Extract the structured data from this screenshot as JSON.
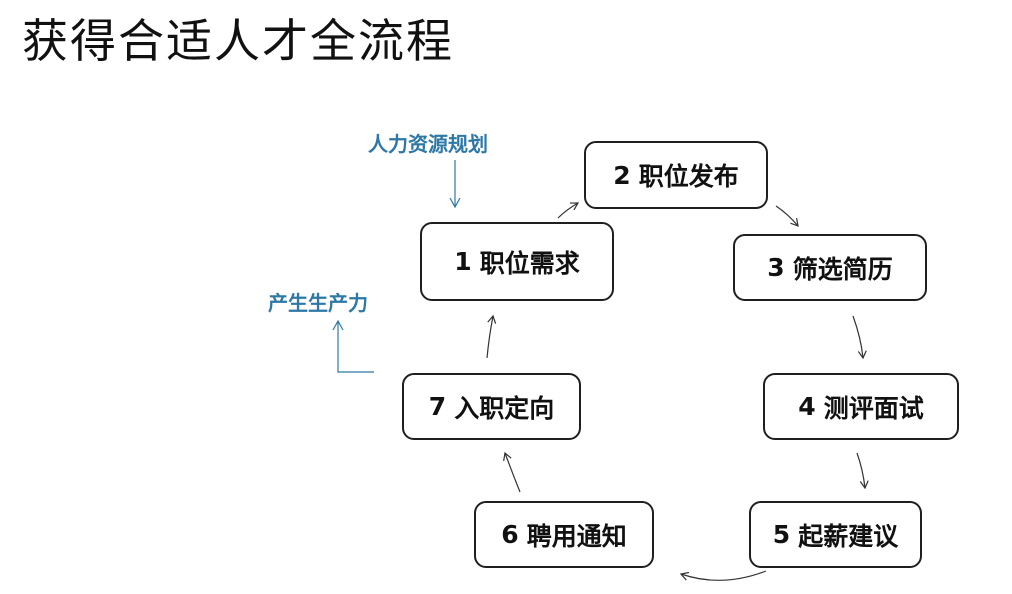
{
  "title": "获得合适人才全流程",
  "steps": [
    {
      "num": "1",
      "label": "职位需求"
    },
    {
      "num": "2",
      "label": "职位发布"
    },
    {
      "num": "3",
      "label": "筛选简历"
    },
    {
      "num": "4",
      "label": "测评面试"
    },
    {
      "num": "5",
      "label": "起薪建议"
    },
    {
      "num": "6",
      "label": "聘用通知"
    },
    {
      "num": "7",
      "label": "入职定向"
    }
  ],
  "annotations": {
    "input": "人力资源规划",
    "output": "产生生产力"
  },
  "colors": {
    "annotation": "#2e78a6",
    "border": "#1f1f1f",
    "arrow": "#333333"
  }
}
